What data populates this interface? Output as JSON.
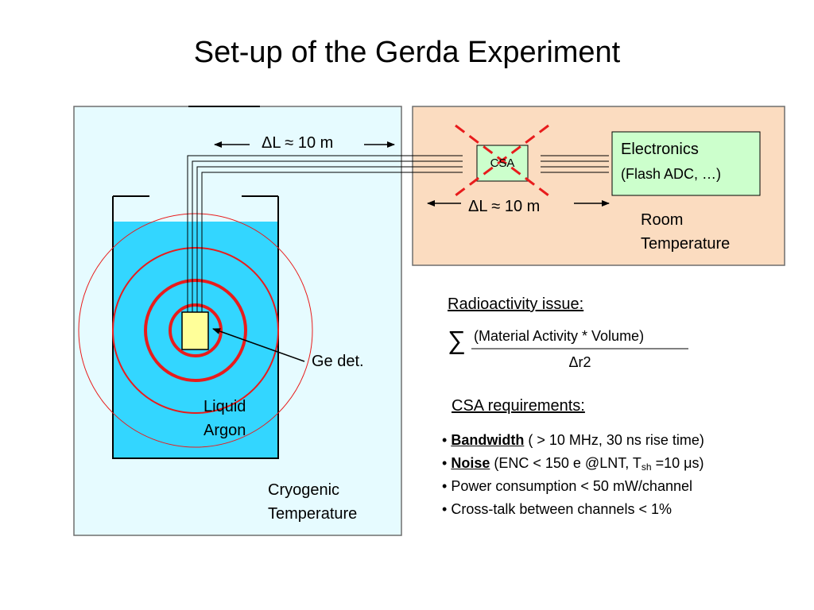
{
  "title": "Set-up of the Gerda Experiment",
  "delta_top": "ΔL ≈ 10 m",
  "delta_right": "ΔL ≈ 10 m",
  "csa_box": "CSA",
  "electronics": {
    "line1": "Electronics",
    "line2": "(Flash ADC, …)"
  },
  "room_temp": {
    "line1": "Room",
    "line2": "Temperature"
  },
  "ge_det": "Ge det.",
  "liquid_argon": {
    "line1": "Liquid",
    "line2": "Argon"
  },
  "cryogenic": {
    "line1": "Cryogenic",
    "line2": "Temperature"
  },
  "radioactivity": {
    "heading": "Radioactivity issue:",
    "sum_symbol": "∑",
    "numerator": "(Material Activity * Volume)",
    "denominator": "Δr2"
  },
  "csa_requirements": {
    "heading": "CSA requirements:",
    "bullet": "•",
    "items": [
      {
        "bold": "Bandwidth",
        "text": " ( > 10 MHz, 30 ns rise time)"
      },
      {
        "bold": "Noise",
        "text_pre": " (ENC < 150 e @LNT, T",
        "sub": "sh",
        "text_post": " =10 μs)"
      },
      {
        "text": "Power consumption < 50 mW/channel"
      },
      {
        "text": "Cross-talk between channels < 1%"
      }
    ]
  },
  "colors": {
    "cryo_panel": "#e6fbff",
    "room_panel": "#fbdcc0",
    "argon": "#33d6ff",
    "detector": "#ffff99",
    "electronics_box": "#ccffcc",
    "ring": "#e81c1c"
  }
}
